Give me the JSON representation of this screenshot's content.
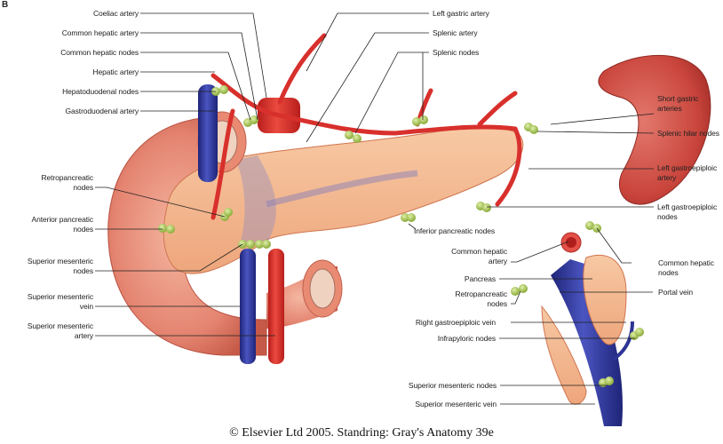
{
  "figure": {
    "panel_letter": "B",
    "caption": "© Elsevier Ltd 2005. Standring: Gray's Anatomy 39e",
    "colors": {
      "artery": "#d8302c",
      "vein": "#2c3494",
      "node": "#a8c85a",
      "pancreas": "#f2b98e",
      "duodenum": "#e2806a",
      "spleen": "#c4423a",
      "leader_line": "#222222"
    }
  },
  "labels_main": {
    "coeliac_artery": "Coeliac artery",
    "common_hepatic_artery": "Common hepatic artery",
    "common_hepatic_nodes": "Common hepatic nodes",
    "hepatic_artery": "Hepatic artery",
    "hepatoduodenal_nodes": "Hepatoduodenal nodes",
    "gastroduodenal_artery": "Gastroduodenal artery",
    "left_gastric_artery": "Left gastric artery",
    "splenic_artery": "Splenic artery",
    "splenic_nodes": "Splenic nodes",
    "short_gastric_arteries_1": "Short gastric",
    "short_gastric_arteries_2": "arteries",
    "splenic_hilar_nodes": "Splenic hilar nodes",
    "left_gastroepiploic_artery_1": "Left gastroepiploic",
    "left_gastroepiploic_artery_2": "artery",
    "left_gastroepiploic_nodes_1": "Left gastroepiploic",
    "left_gastroepiploic_nodes_2": "nodes",
    "retropancreatic_nodes_1": "Retropancreatic",
    "retropancreatic_nodes_2": "nodes",
    "anterior_pancreatic_nodes_1": "Anterior pancreatic",
    "anterior_pancreatic_nodes_2": "nodes",
    "superior_mesenteric_nodes_1": "Superior mesenteric",
    "superior_mesenteric_nodes_2": "nodes",
    "superior_mesenteric_vein_1": "Superior mesenteric",
    "superior_mesenteric_vein_2": "vein",
    "superior_mesenteric_artery_1": "Superior mesenteric",
    "superior_mesenteric_artery_2": "artery",
    "inferior_pancreatic_nodes": "Inferior pancreatic nodes"
  },
  "labels_inset": {
    "common_hepatic_artery_1": "Common hepatic",
    "common_hepatic_artery_2": "artery",
    "common_hepatic_nodes_1": "Common hepatic",
    "common_hepatic_nodes_2": "nodes",
    "pancreas": "Pancreas",
    "portal_vein": "Portal vein",
    "retropancreatic_nodes_1": "Retropancreatic",
    "retropancreatic_nodes_2": "nodes",
    "right_gastroepiploic_vein": "Right gastroepiploic vein",
    "infrapyloric_nodes": "Infrapyloric nodes",
    "superior_mesenteric_nodes": "Superior mesenteric nodes",
    "superior_mesenteric_vein": "Superior mesenteric vein"
  }
}
